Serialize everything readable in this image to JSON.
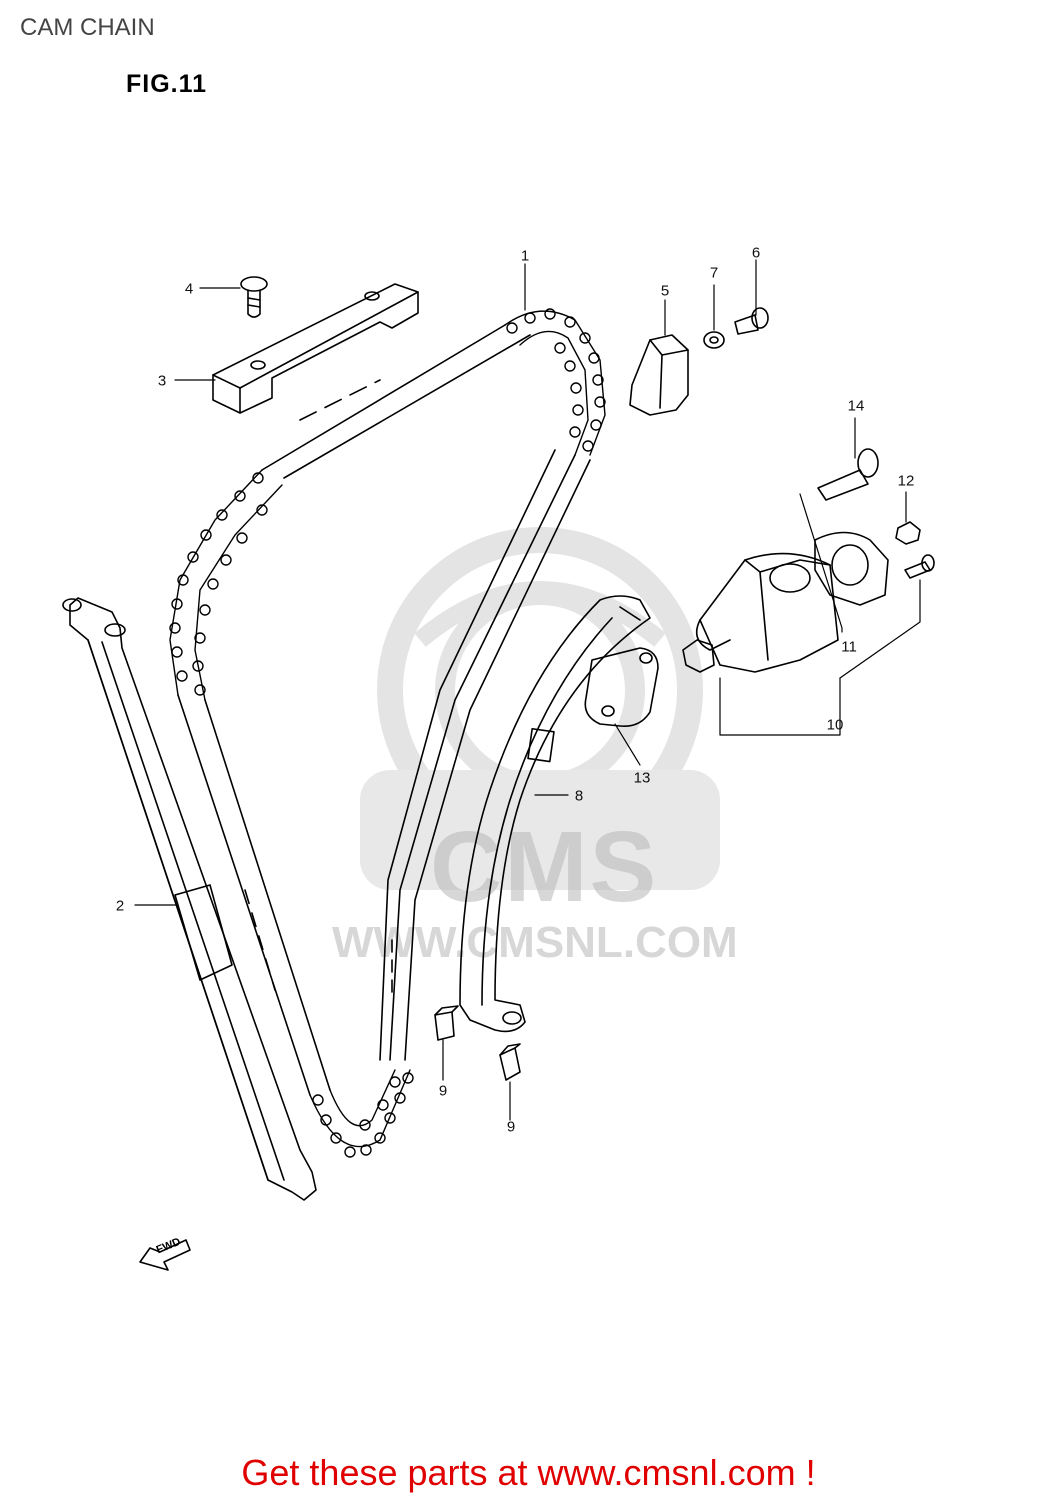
{
  "header": {
    "title": "CAM CHAIN"
  },
  "figure": {
    "label": "FIG.11"
  },
  "callouts": [
    "1",
    "2",
    "3",
    "4",
    "5",
    "6",
    "7",
    "8",
    "9",
    "9",
    "10",
    "11",
    "12",
    "13",
    "14"
  ],
  "direction_marker": "FWD",
  "watermark": {
    "brand": "CMS",
    "url": "WWW.CMSNL.COM"
  },
  "footer": {
    "promo_text": "Get these parts at www.cmsnl.com !"
  },
  "colors": {
    "line": "#000000",
    "promo": "#e00000",
    "watermark": "#b8b8b8"
  }
}
